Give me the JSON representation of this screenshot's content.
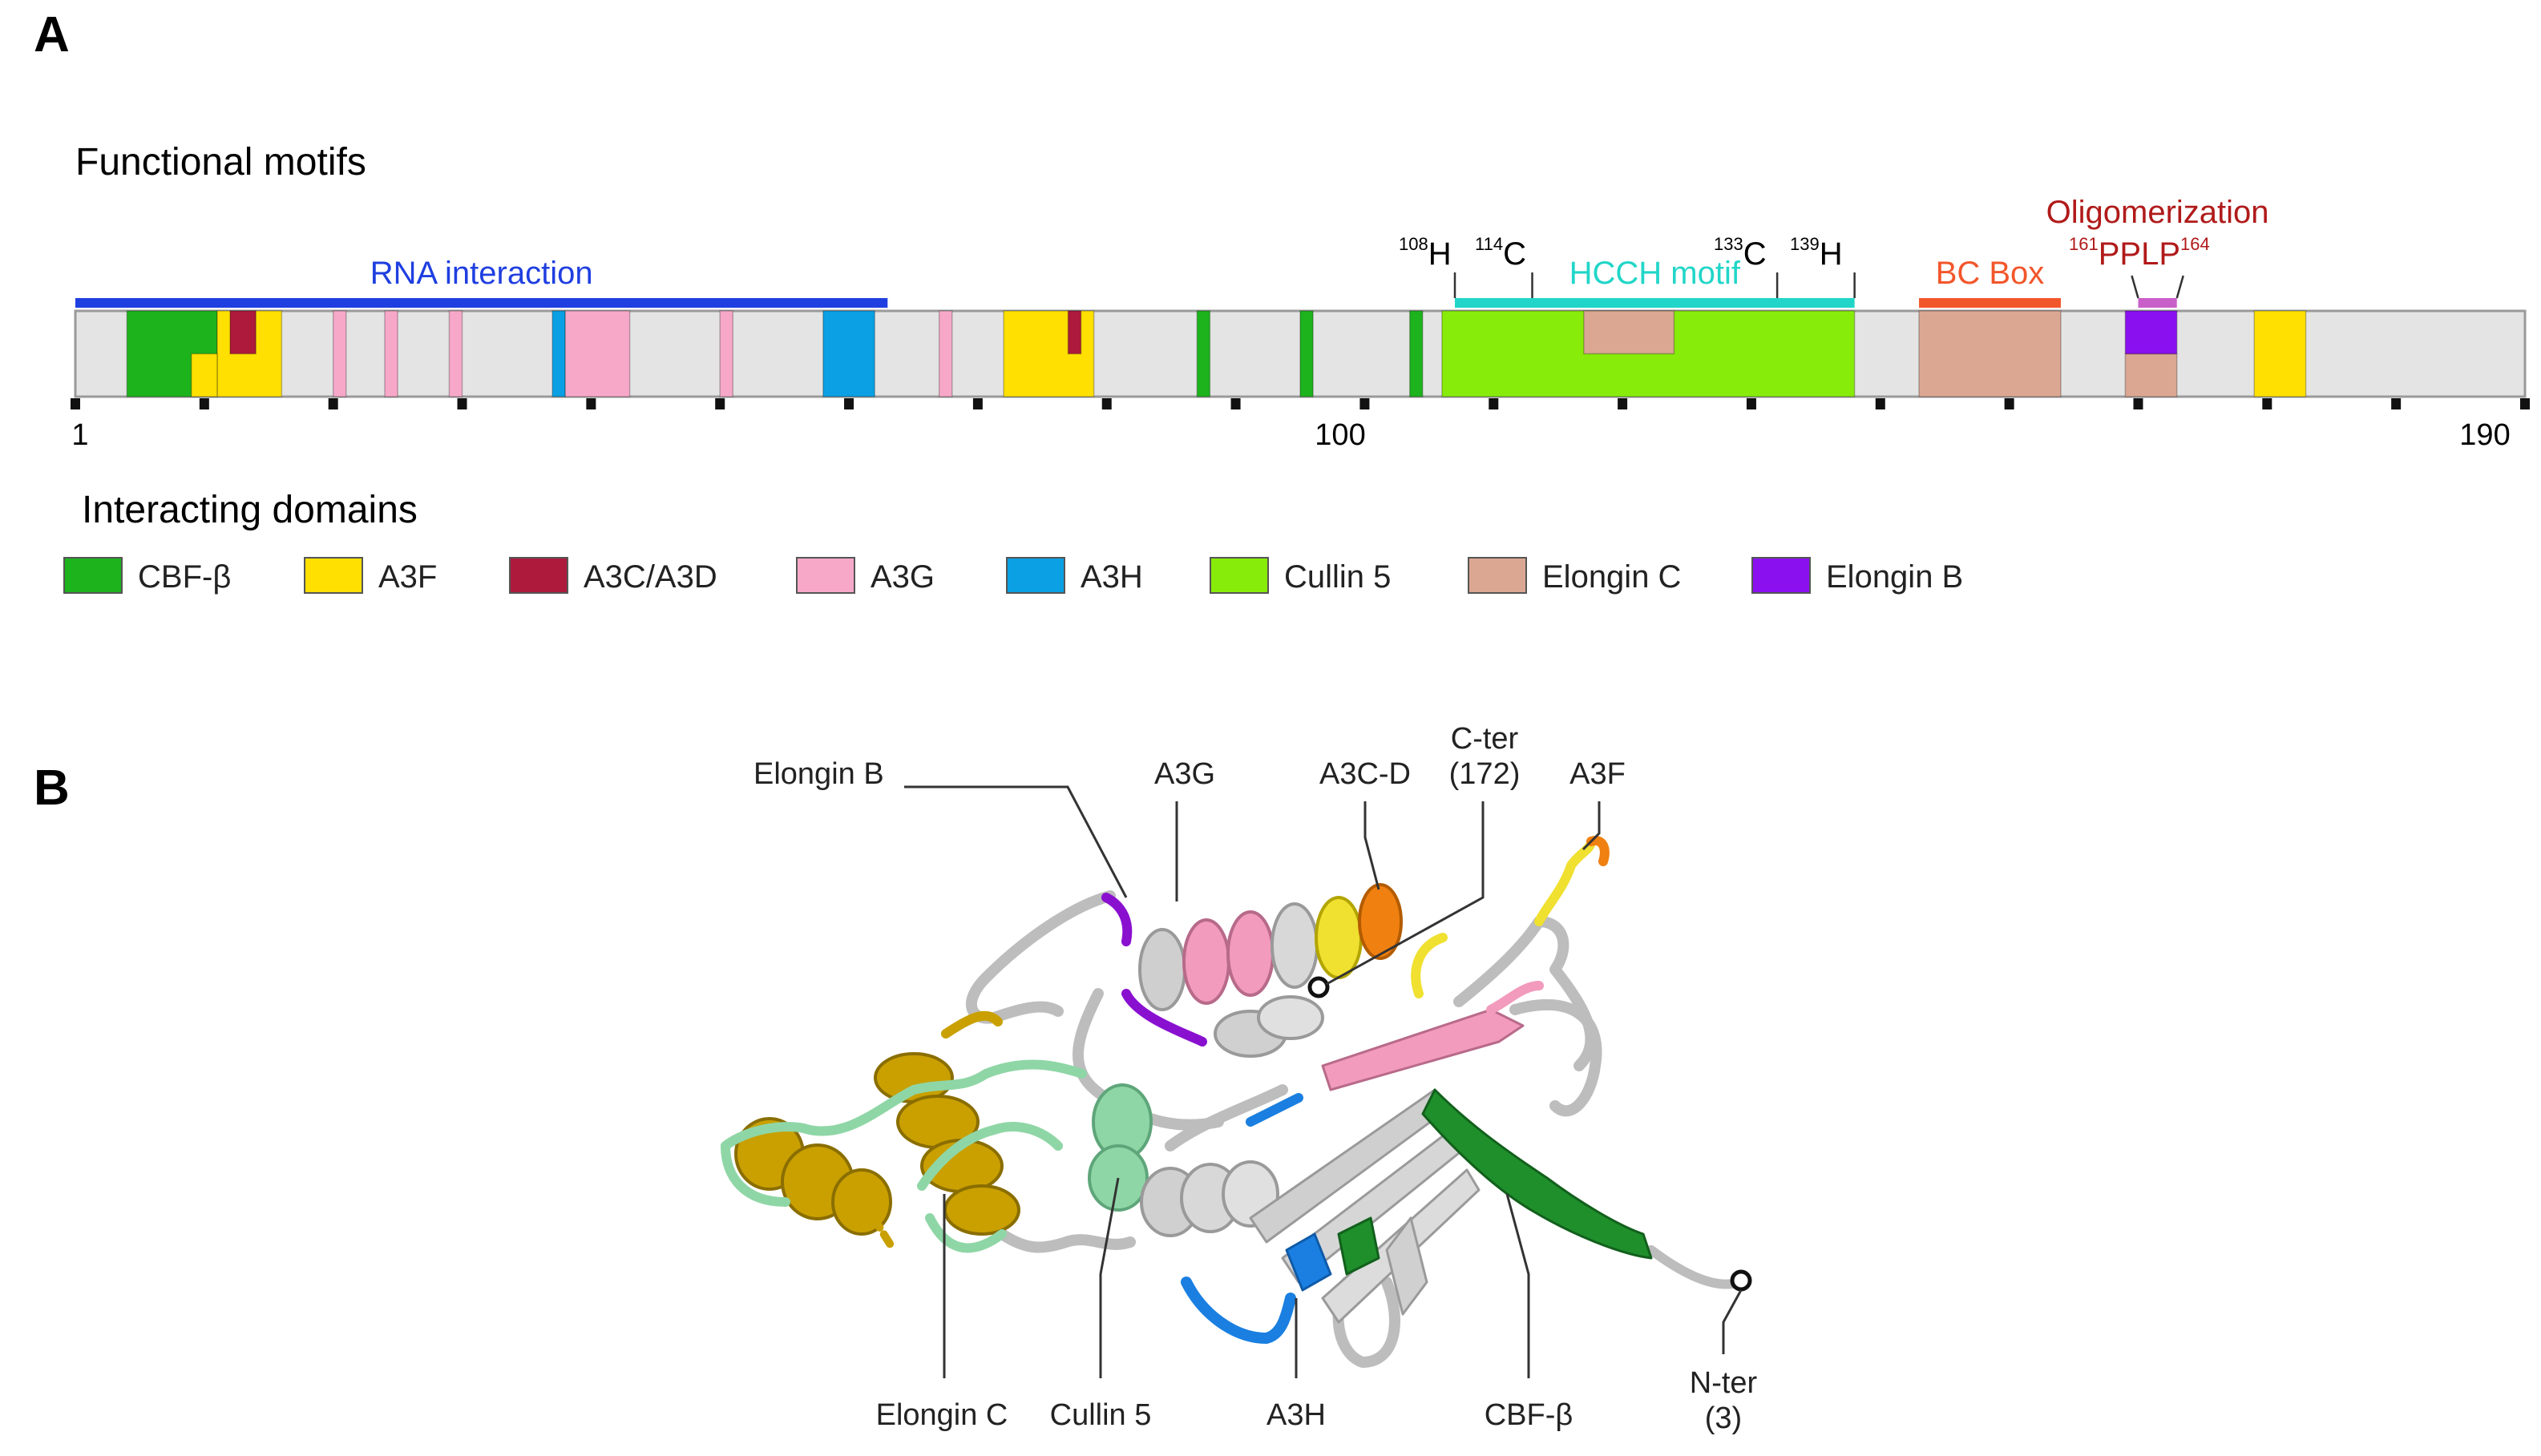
{
  "panel_a": {
    "label": "A",
    "motifs_title": "Functional motifs",
    "axis": {
      "min": 1,
      "max": 190,
      "tick_labels": [
        "1",
        "100",
        "190"
      ]
    },
    "motif_bars": [
      {
        "id": "rna",
        "label": "RNA interaction",
        "start": 1,
        "end": 64,
        "color": "#1f3fe0",
        "label_color": "#1f3fe0"
      },
      {
        "id": "hcch",
        "label": "HCCH motif",
        "start": 108,
        "end": 139,
        "color": "#21d6c8",
        "label_color": "#21d6c8"
      },
      {
        "id": "bcbox",
        "label": "BC Box",
        "start": 144,
        "end": 155,
        "color": "#f2562b",
        "label_color": "#f2562b"
      },
      {
        "id": "oligo",
        "label": "Oligomerization",
        "start": 161,
        "end": 164,
        "color": "#c95fc9",
        "label_color": "#b01a1a"
      }
    ],
    "hcch_residues": [
      {
        "sup": "108",
        "aa": "H",
        "pos": 108
      },
      {
        "sup": "114",
        "aa": "C",
        "pos": 114
      },
      {
        "sup": "133",
        "aa": "C",
        "pos": 133
      },
      {
        "sup": "139",
        "aa": "H",
        "pos": 139
      }
    ],
    "pplp": {
      "sup1": "161",
      "text": "PPLP",
      "sup2": "164"
    },
    "segments": [
      {
        "s": 5,
        "e": 12,
        "d": "cbfb"
      },
      {
        "s": 12,
        "e": 17,
        "d": "a3f"
      },
      {
        "s": 10,
        "e": 12,
        "d": "a3f",
        "part": "bottom"
      },
      {
        "s": 13,
        "e": 15,
        "d": "a3cd",
        "part": "top"
      },
      {
        "s": 21,
        "e": 22,
        "d": "a3g"
      },
      {
        "s": 25,
        "e": 26,
        "d": "a3g"
      },
      {
        "s": 30,
        "e": 31,
        "d": "a3g"
      },
      {
        "s": 38,
        "e": 39,
        "d": "a3h"
      },
      {
        "s": 39,
        "e": 44,
        "d": "a3g"
      },
      {
        "s": 51,
        "e": 52,
        "d": "a3g"
      },
      {
        "s": 59,
        "e": 63,
        "d": "a3h"
      },
      {
        "s": 68,
        "e": 69,
        "d": "a3g"
      },
      {
        "s": 73,
        "e": 80,
        "d": "a3f"
      },
      {
        "s": 78,
        "e": 79,
        "d": "a3cd",
        "part": "top"
      },
      {
        "s": 88,
        "e": 89,
        "d": "cbfb"
      },
      {
        "s": 96,
        "e": 97,
        "d": "cbfb"
      },
      {
        "s": 104.5,
        "e": 105.5,
        "d": "cbfb"
      },
      {
        "s": 107,
        "e": 139,
        "d": "cul5"
      },
      {
        "s": 118,
        "e": 125,
        "d": "eloc",
        "part": "inner"
      },
      {
        "s": 144,
        "e": 155,
        "d": "eloc"
      },
      {
        "s": 160,
        "e": 164,
        "d": "eloc",
        "part": "bottom"
      },
      {
        "s": 160,
        "e": 164,
        "d": "elob",
        "part": "top"
      },
      {
        "s": 170,
        "e": 174,
        "d": "a3f"
      }
    ],
    "interacting_title": "Interacting domains",
    "legend": [
      {
        "key": "cbfb",
        "label": "CBF-β",
        "color": "#1db31d"
      },
      {
        "key": "a3f",
        "label": "A3F",
        "color": "#ffe000"
      },
      {
        "key": "a3cd",
        "label": "A3C/A3D",
        "color": "#ad1a3c"
      },
      {
        "key": "a3g",
        "label": "A3G",
        "color": "#f7a8c9"
      },
      {
        "key": "a3h",
        "label": "A3H",
        "color": "#0aa0e3"
      },
      {
        "key": "cul5",
        "label": "Cullin 5",
        "color": "#88ec0a"
      },
      {
        "key": "eloc",
        "label": "Elongin C",
        "color": "#dba793"
      },
      {
        "key": "elob",
        "label": "Elongin B",
        "color": "#8a10f0"
      }
    ]
  },
  "panel_b": {
    "label": "B",
    "labels": {
      "elongin_b": "Elongin B",
      "a3g": "A3G",
      "a3cd": "A3C-D",
      "cter": "C-ter",
      "cter_num": "(172)",
      "a3f": "A3F",
      "elongin_c": "Elongin C",
      "cullin5": "Cullin 5",
      "a3h": "A3H",
      "cbfb": "CBF-β",
      "nter": "N-ter",
      "nter_num": "(3)"
    },
    "colors": {
      "coil": "#c8c8c8",
      "coil_dark": "#8c8c8c",
      "elongin_c": "#c9a000",
      "cullin5": "#8fd6a6",
      "a3g": "#f29bbd",
      "a3f": "#f0e030",
      "a3cd": "#f08010",
      "a3h": "#1a7fe0",
      "cbfb": "#1f8f2c",
      "elongin_b": "#8a10d0"
    }
  }
}
